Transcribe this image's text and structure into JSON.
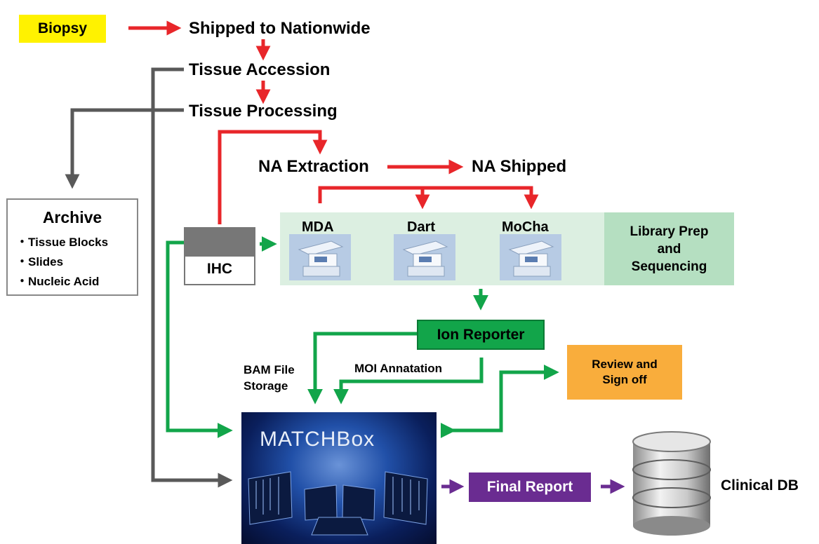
{
  "steps": {
    "biopsy": "Biopsy",
    "shipped": "Shipped to Nationwide",
    "accession": "Tissue Accession",
    "processing": "Tissue Processing",
    "na_extraction": "NA Extraction",
    "na_shipped": "NA Shipped"
  },
  "archive": {
    "title": "Archive",
    "items": [
      "・Tissue Blocks",
      "・Slides",
      "・Nucleic Acid"
    ]
  },
  "ihc": "IHC",
  "labs": {
    "mda": "MDA",
    "dart": "Dart",
    "mocha": "MoCha",
    "library_prep": "Library Prep\nand\nSequencing"
  },
  "ion_reporter": "Ion Reporter",
  "bam_storage": "BAM File\nStorage",
  "moi_annotation": "MOI Annatation",
  "review": "Review and\nSign off",
  "matchbox": "MATCHBox",
  "final_report": "Final Report",
  "clinical_db": "Clinical DB",
  "colors": {
    "red": "#e8262a",
    "green": "#12a54a",
    "gray": "#595959",
    "purple": "#6a2c91",
    "yellow": "#fff200",
    "orange": "#f9ad3c",
    "light_green": "#dcefe1",
    "mid_green": "#b5dfc1",
    "dark_green": "#12a54a"
  }
}
